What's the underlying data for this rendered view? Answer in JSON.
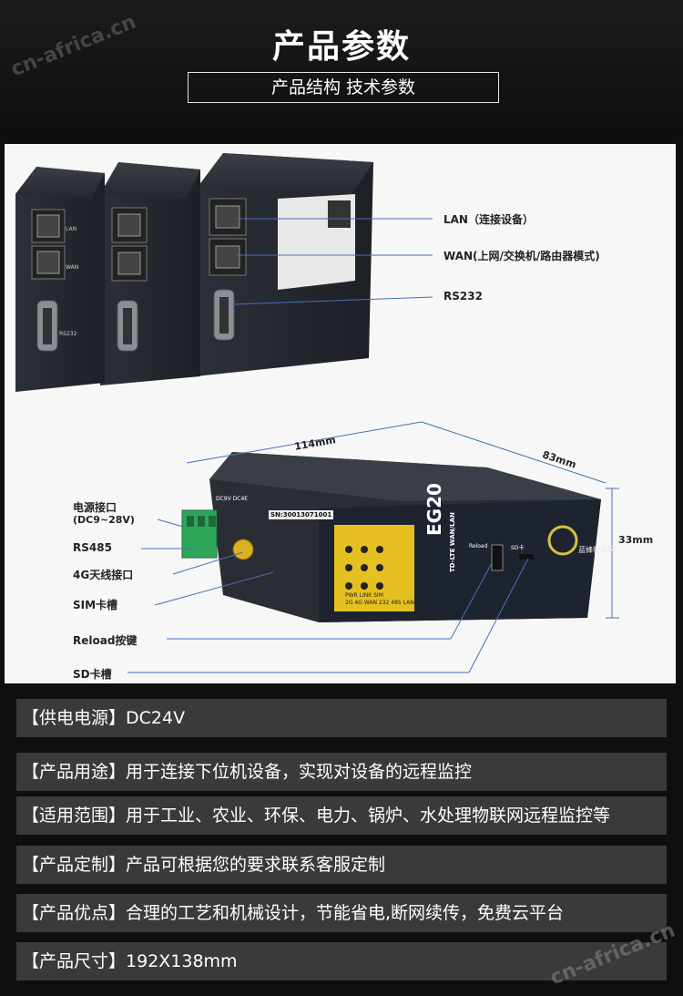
{
  "header": {
    "title": "产品参数",
    "subtitle": "产品结构 技术参数"
  },
  "watermark": "cn-africa.cn",
  "device": {
    "port_labels": [
      "LAN",
      "WAN",
      "RS232"
    ],
    "model": "EG20",
    "model_sub": "TD-LTE WAN/LAN",
    "brand": "蓝蜂物联网",
    "sn_text": "SN:30013071001",
    "reload_text": "Reload",
    "sd_text": "SD卡",
    "power_text": "DC9V  DC4E",
    "led_labels": [
      "PWR",
      "LINK",
      "SIM",
      "2G",
      "4G",
      "WAN",
      "232",
      "485",
      "LAN"
    ]
  },
  "callouts_right": [
    "LAN（连接设备）",
    "WAN(上网/交换机/路由器模式)",
    "RS232"
  ],
  "callouts_left": [
    "电源接口",
    "(DC9~28V)",
    "RS485",
    "4G天线接口",
    "SIM卡槽",
    "Reload按键",
    "SD卡槽"
  ],
  "dimensions": {
    "length": "114mm",
    "width": "83mm",
    "height": "33mm"
  },
  "specs": [
    "【供电电源】DC24V",
    "【产品用途】用于连接下位机设备，实现对设备的远程监控",
    "【适用范围】用于工业、农业、环保、电力、锅炉、水处理物联网远程监控等",
    "【产品定制】产品可根据您的要求联系客服定制",
    "【产品优点】合理的工艺和机械设计，节能省电,断网续传，免费云平台",
    "【产品尺寸】192X138mm"
  ]
}
